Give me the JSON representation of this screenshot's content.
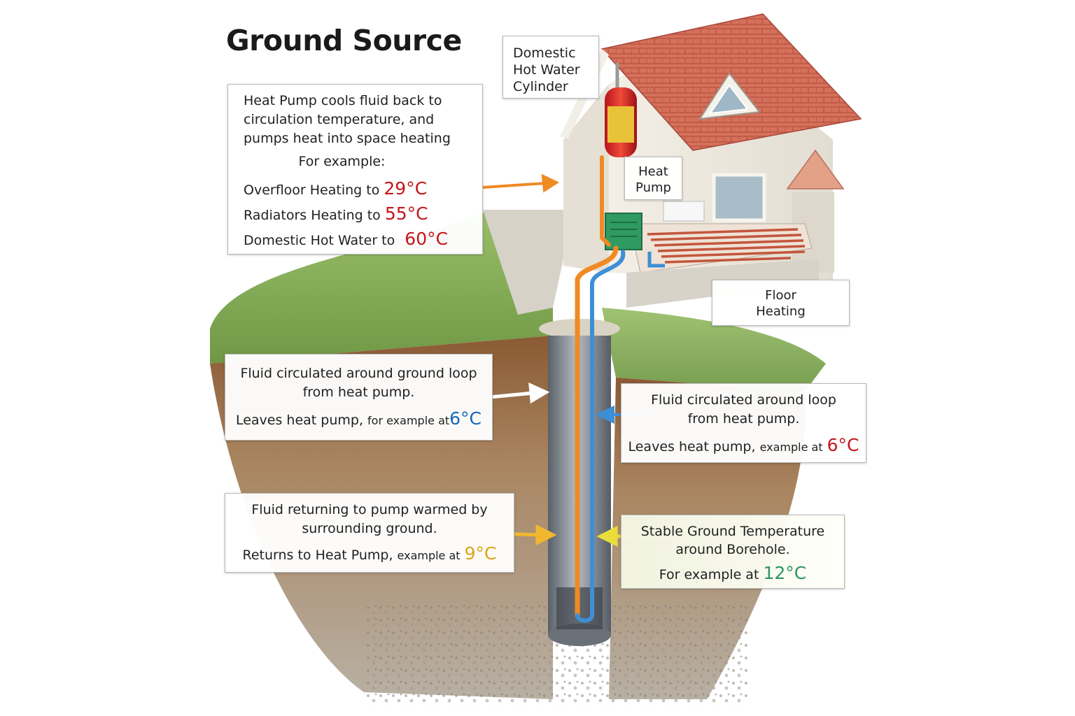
{
  "title": "Ground Source",
  "heat_pump_callout": {
    "lines": [
      "Heat Pump cools fluid back to",
      "circulation temperature, and",
      "pumps heat into space heating"
    ],
    "example_label": "For example:",
    "rows": [
      {
        "label": "Overfloor Heating to",
        "temp": "29°C"
      },
      {
        "label": "Radiators Heating to",
        "temp": "55°C"
      },
      {
        "label": "Domestic Hot Water to",
        "temp": "60°C"
      }
    ]
  },
  "hot_water_label": [
    "Domestic",
    "Hot Water",
    "Cylinder"
  ],
  "heat_pump_label": [
    "Heat",
    "Pump"
  ],
  "floor_heating_label": [
    "Floor",
    "Heating"
  ],
  "ground_loop_left": {
    "lines": [
      "Fluid circulated around ground loop",
      "from heat pump."
    ],
    "leaves_main": "Leaves heat pump,",
    "leaves_small": "for example at",
    "temp": "6°C"
  },
  "ground_loop_right": {
    "lines": [
      "Fluid circulated around loop",
      "from heat pump."
    ],
    "leaves_main": "Leaves heat pump,",
    "leaves_small": "example at",
    "temp": "6°C"
  },
  "returning_fluid": {
    "lines": [
      "Fluid returning to pump warmed by",
      "surrounding ground."
    ],
    "returns_main": "Returns to Heat Pump,",
    "returns_small": "example at",
    "temp": "9°C"
  },
  "stable_ground": {
    "lines": [
      "Stable Ground Temperature",
      "around Borehole."
    ],
    "example_main": "For example at",
    "temp": "12°C"
  },
  "colors": {
    "warm_temp": "#c4161c",
    "cold_temp": "#1767b8",
    "return_temp": "#d9a514",
    "ground_temp": "#2e9462",
    "flow_pipe": "#f08a24",
    "return_pipe": "#3d8fd6",
    "roof": "#d66a52",
    "grass": "#6f9a3a",
    "soil": "#a07a52"
  }
}
